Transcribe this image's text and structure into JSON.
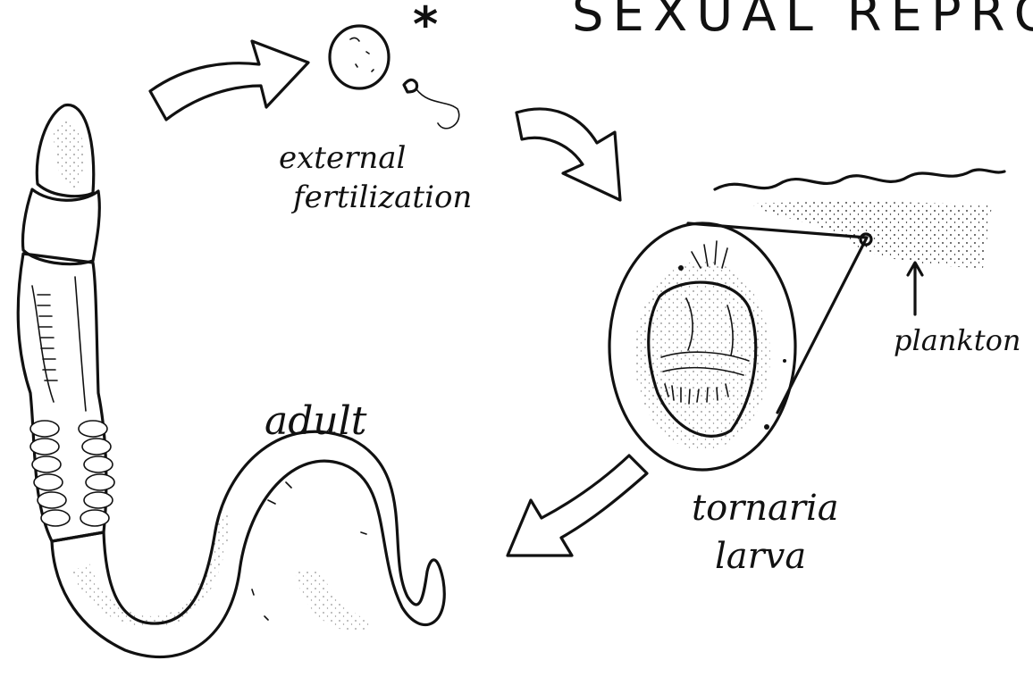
{
  "title": "SEXUAL REPRODUCTION",
  "labels": {
    "fertilization": [
      "external",
      "fertilization"
    ],
    "adult": "adult",
    "larva": [
      "tornaria",
      "larva"
    ],
    "plankton": "plankton",
    "star": "*"
  }
}
